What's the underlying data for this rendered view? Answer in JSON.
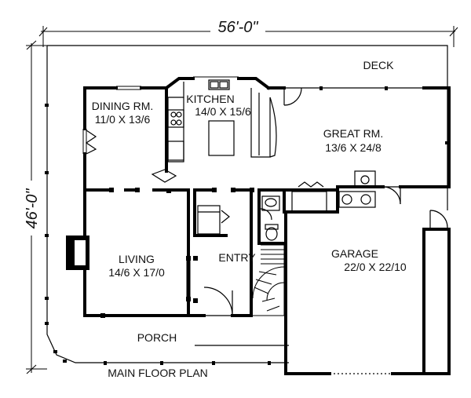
{
  "title": "MAIN FLOOR PLAN",
  "dimensions": {
    "width": "56'-0\"",
    "depth": "46'-0\""
  },
  "rooms": {
    "deck": {
      "name": "DECK"
    },
    "kitchen": {
      "name": "KITCHEN",
      "size": "14/0 X 15/6"
    },
    "dining": {
      "name": "DINING RM.",
      "size": "11/0 X 13/6"
    },
    "great": {
      "name": "GREAT RM.",
      "size": "13/6 X 24/8"
    },
    "living": {
      "name": "LIVING",
      "size": "14/6 X 17/0"
    },
    "entry": {
      "name": "ENTRY"
    },
    "garage": {
      "name": "GARAGE",
      "size": "22/0 X 22/10"
    },
    "porch": {
      "name": "PORCH"
    }
  }
}
